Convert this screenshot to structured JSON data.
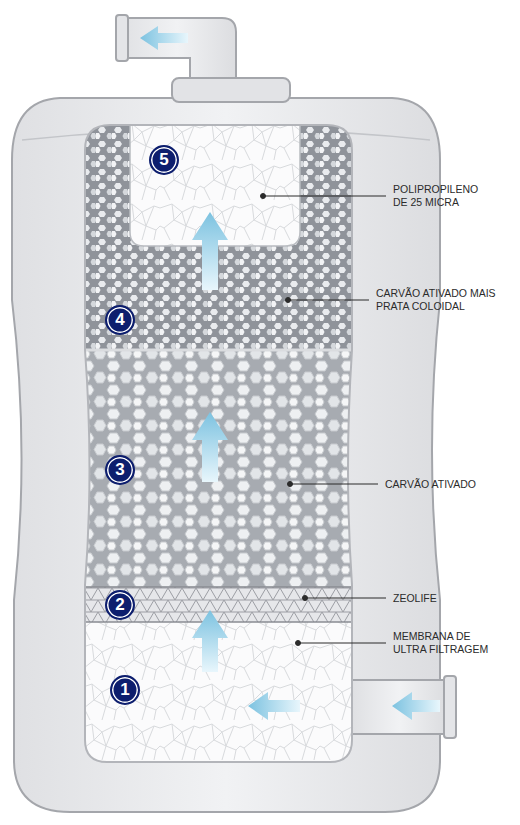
{
  "diagram": {
    "labels": [
      "5",
      "POLIPROPILENO DE 25 MICRA",
      "4",
      "CARVÃO ATIVADO MAIS PRATA COLOIDAL",
      "3",
      "CARVÃO ATIVADO",
      "ZEOLIFE",
      "2",
      "MEMBRANA DE ULTRA FILTRAGEM",
      "1"
    ]
  }
}
